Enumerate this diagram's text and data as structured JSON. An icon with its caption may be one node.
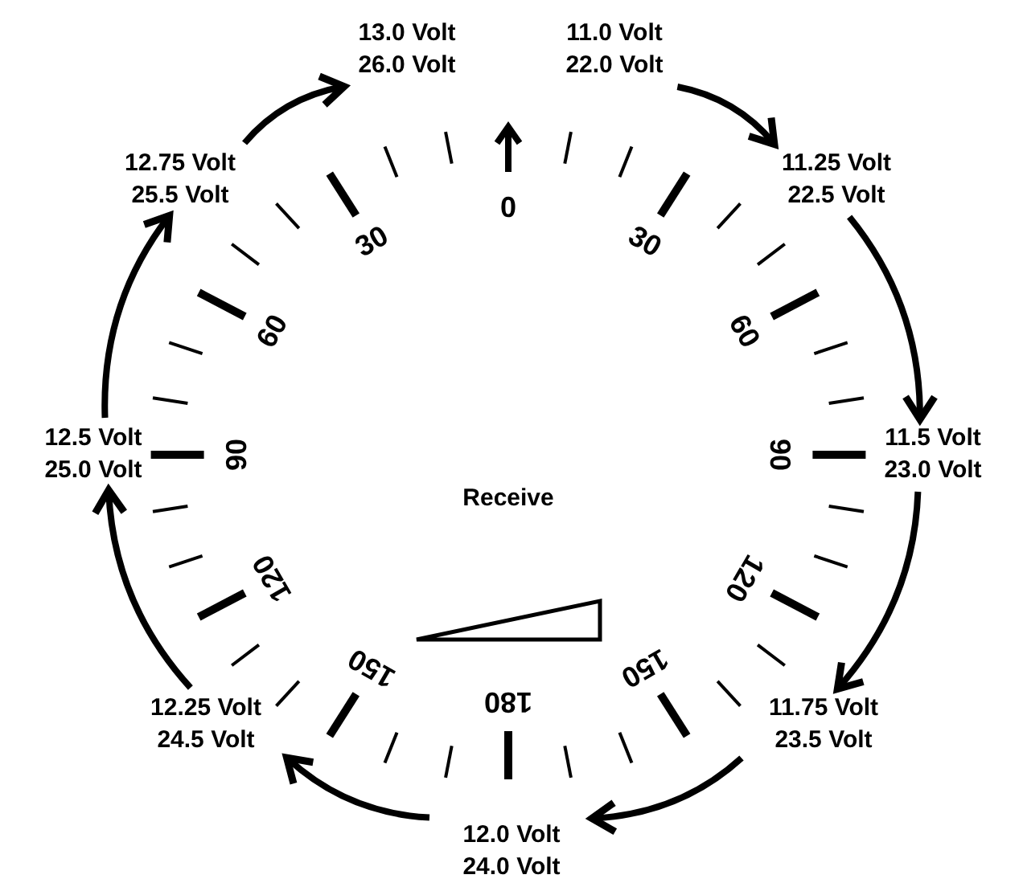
{
  "diagram": {
    "nodes": [
      {
        "text": [
          "11.0 Volt",
          "22.0 Volt"
        ]
      },
      {
        "text": [
          "11.25 Volt",
          "22.5 Volt"
        ]
      },
      {
        "text": [
          "11.5 Volt",
          "23.0 Volt"
        ]
      },
      {
        "text": [
          "11.75 Volt",
          "23.5 Volt"
        ]
      },
      {
        "text": [
          "12.0 Volt",
          "24.0 Volt"
        ]
      },
      {
        "text": [
          "12.25 Volt",
          "24.5 Volt"
        ]
      },
      {
        "text": [
          "12.5 Volt",
          "25.0 Volt"
        ]
      },
      {
        "text": [
          "12.75 Volt",
          "25.5 Volt"
        ]
      },
      {
        "text": [
          "13.0 Volt",
          "26.0 Volt"
        ]
      }
    ],
    "edges": [
      {
        "from": 0,
        "to": 1,
        "arrow": "to"
      },
      {
        "from": 1,
        "to": 2,
        "arrow": "to"
      },
      {
        "from": 2,
        "to": 3,
        "arrow": "to"
      },
      {
        "from": 3,
        "to": 4,
        "arrow": "to"
      },
      {
        "from": 4,
        "to": 5,
        "arrow": "to"
      },
      {
        "from": 5,
        "to": 6,
        "arrow": "to"
      },
      {
        "from": 6,
        "to": 7,
        "arrow": "to"
      },
      {
        "from": 7,
        "to": 8,
        "arrow": "to"
      }
    ],
    "labels": [
      "0",
      "30",
      "60",
      "90",
      "120",
      "150",
      "180",
      "150",
      "120",
      "90",
      "60",
      "30",
      "Receive"
    ]
  }
}
